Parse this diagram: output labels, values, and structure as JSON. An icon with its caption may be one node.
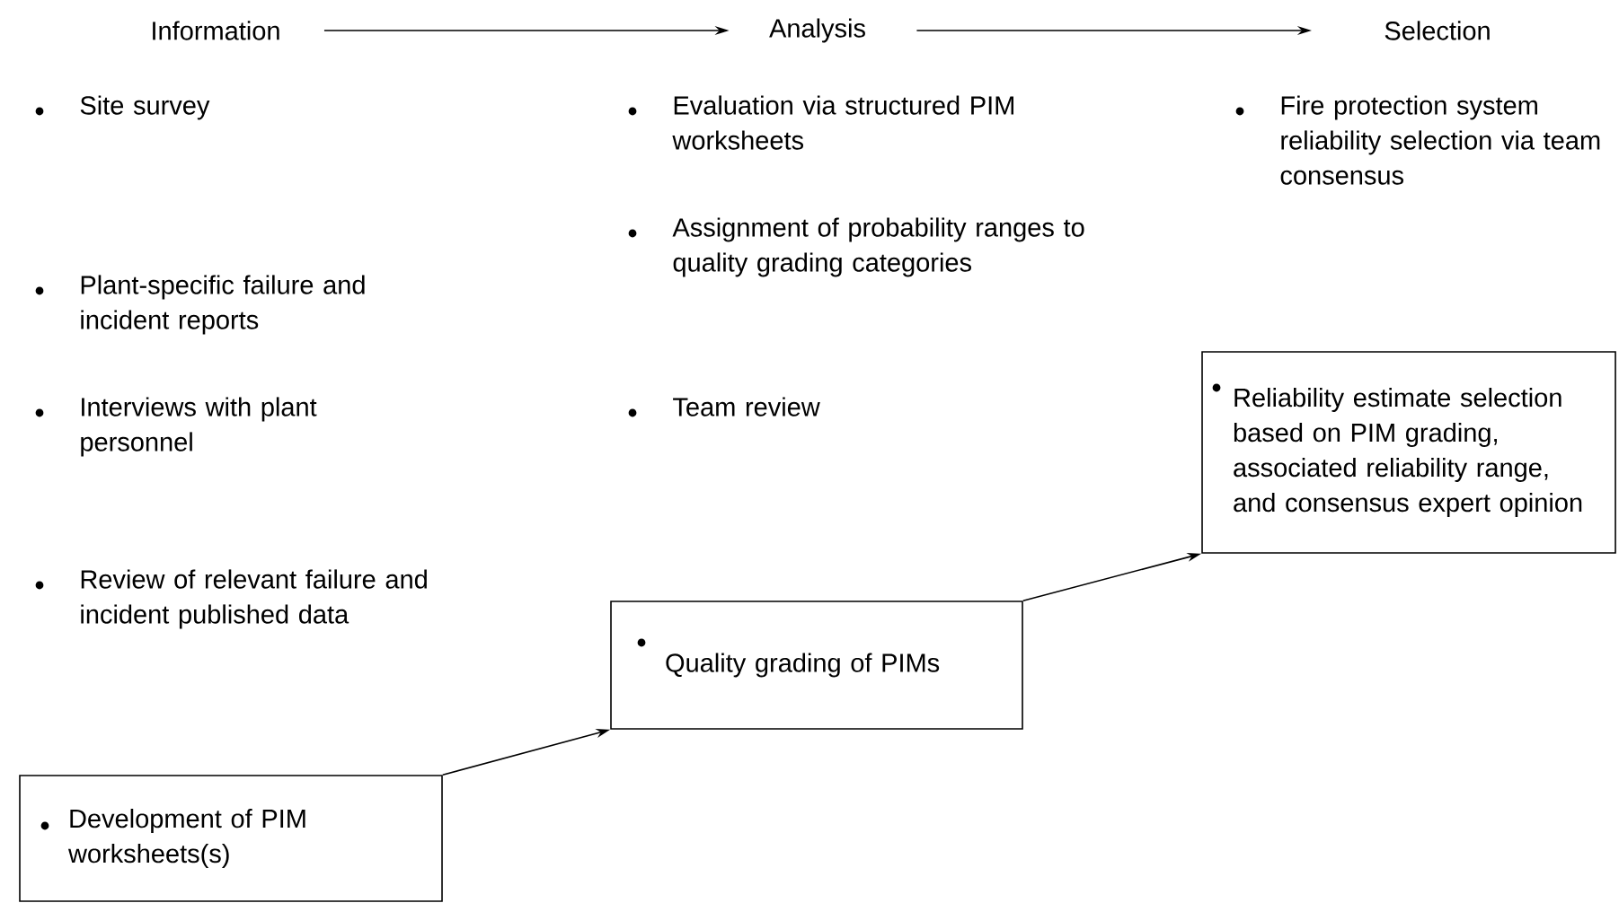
{
  "diagram": {
    "nodes": [
      {
        "text": [
          "Information"
        ]
      },
      {
        "text": [
          "Analysis"
        ]
      },
      {
        "text": [
          "Selection"
        ]
      },
      {
        "text": [
          "Development of PIM worksheets(s)"
        ]
      },
      {
        "text": [
          "Quality grading of PIMs"
        ]
      },
      {
        "text": [
          "Reliability estimate selection based on PIM grading, associated reliability range, and consensus expert opinion"
        ]
      }
    ],
    "edges": [
      {
        "from": 0,
        "to": 1,
        "arrow": "to"
      },
      {
        "from": 1,
        "to": 2,
        "arrow": "to"
      },
      {
        "from": 3,
        "to": 4,
        "arrow": "to"
      },
      {
        "from": 4,
        "to": 5,
        "arrow": "to"
      }
    ],
    "labels": [
      "Site survey",
      "Plant-specific failure and incident reports",
      "Interviews with plant personnel",
      "Review of relevant failure and incident published data",
      "Evaluation via structured PIM worksheets",
      "Assignment of probability ranges to quality grading categories",
      "Team review",
      "Fire protection system reliability selection via team consensus"
    ]
  }
}
